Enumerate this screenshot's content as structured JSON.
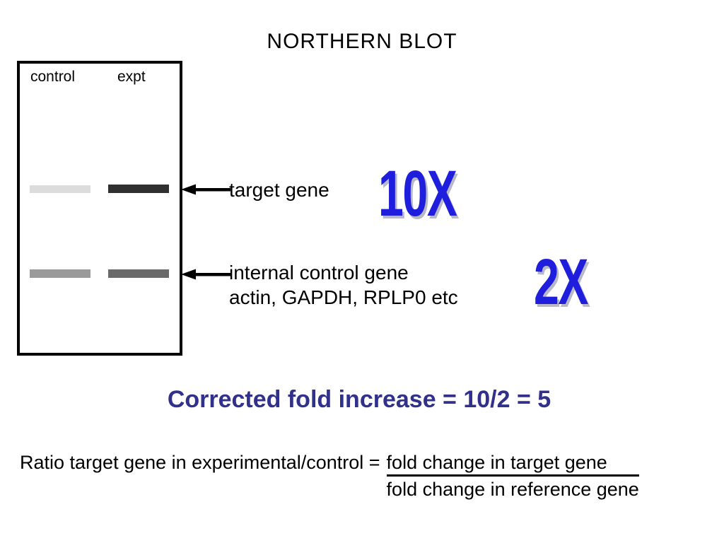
{
  "slide": {
    "title": "NORTHERN BLOT",
    "gel": {
      "lane_labels": [
        "control",
        "expt"
      ],
      "rows": [
        {
          "name": "target gene",
          "control_shade": "very light gray",
          "expt_shade": "very dark gray"
        },
        {
          "name": "internal control gene",
          "control_shade": "medium gray",
          "expt_shade": "dark gray"
        }
      ]
    },
    "annotations": {
      "target_label": "target gene",
      "target_fold": "10X",
      "internal_label_line1": "internal control gene",
      "internal_label_line2": "actin, GAPDH, RPLP0 etc",
      "internal_fold": "2X"
    },
    "summary": "Corrected fold increase = 10/2 = 5",
    "formula": {
      "lhs": "Ratio target gene in experimental/control =",
      "numerator": "fold change in target gene",
      "denominator": "fold change in reference gene"
    }
  },
  "colors": {
    "fold_blue": "#1E1EDC",
    "fold_shadow": "#B8B8C8",
    "heading_navy": "#31318C",
    "band_target_control": "#DCDCDC",
    "band_target_expt": "#303030",
    "band_internal_control": "#9A9A9A",
    "band_internal_expt": "#6A6A6A"
  }
}
